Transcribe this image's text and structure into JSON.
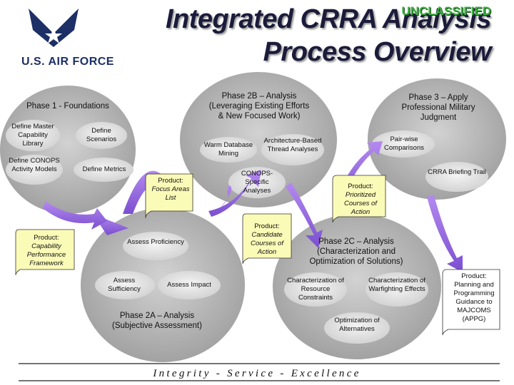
{
  "header": {
    "classification": "UNCLASSIFIED",
    "title_line1": "Integrated CRRA Analysis",
    "title_line2": "Process Overview",
    "logo_text": "U.S. AIR FORCE"
  },
  "colors": {
    "ellipse_fill": "#b4b4b4",
    "product_fill": "#fbfbb8",
    "arrow_purple": "#9467e0",
    "green_accent": "#3cb043",
    "logo_navy": "#1c2f66"
  },
  "phase1": {
    "title": "Phase 1 - Foundations",
    "items": [
      "Define Master Capability Library",
      "Define Scenarios",
      "Define CONOPS Activity Models",
      "Define Metrics"
    ]
  },
  "phase2b": {
    "title": "Phase 2B – Analysis (Leveraging Existing Efforts & New Focused Work)",
    "items": [
      "Warm Database Mining",
      "Architecture-Based Thread Analyses",
      "CONOPS-Specific Analyses"
    ]
  },
  "phase3": {
    "title": "Phase 3 – Apply Professional Military Judgment",
    "items": [
      "Pair-wise Comparisons",
      "CRRA Briefing Trail"
    ]
  },
  "phase2a": {
    "title": "Phase 2A – Analysis (Subjective Assessment)",
    "items": [
      "Assess Proficiency",
      "Assess Sufficiency",
      "Assess Impact"
    ]
  },
  "phase2c": {
    "title": "Phase 2C – Analysis (Characterization and Optimization of Solutions)",
    "items": [
      "Characterization of Resource Constraints",
      "Characterization of Warfighting Effects",
      "Optimization of Alternatives"
    ]
  },
  "products": {
    "focus_areas": {
      "label": "Product:",
      "name": "Focus Areas List"
    },
    "capability_framework": {
      "label": "Product:",
      "name": "Capability Performance Framework"
    },
    "candidate_coa": {
      "label": "Product:",
      "name": "Candidate Courses of Action"
    },
    "prioritized_coa": {
      "label": "Product:",
      "name": "Prioritized Courses of Action"
    },
    "guidance": {
      "label": "Product:",
      "name": "Planning and Programming Guidance to MAJCOMS (APPG)"
    }
  },
  "footer": {
    "motto": "Integrity - Service - Excellence"
  }
}
